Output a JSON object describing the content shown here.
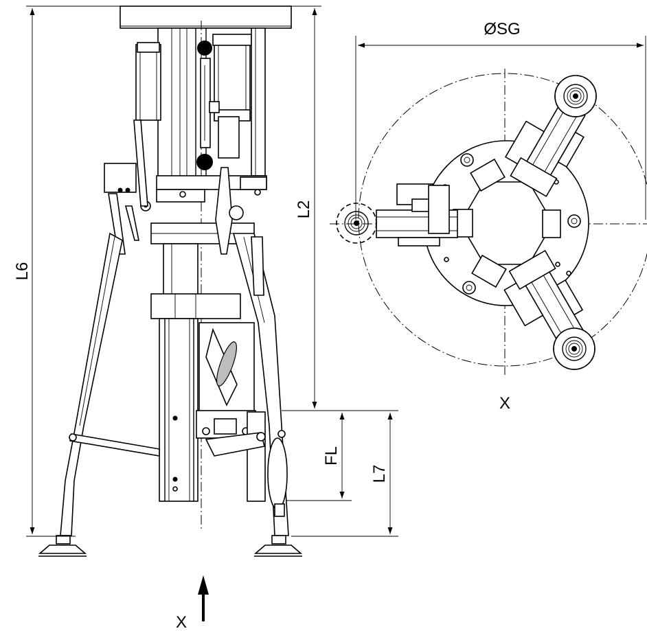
{
  "labels": {
    "sg": "ØSG",
    "l2": "L2",
    "l6": "L6",
    "fl": "FL",
    "l7": "L7",
    "view_marker_top": "X",
    "view_marker_side": "X"
  }
}
